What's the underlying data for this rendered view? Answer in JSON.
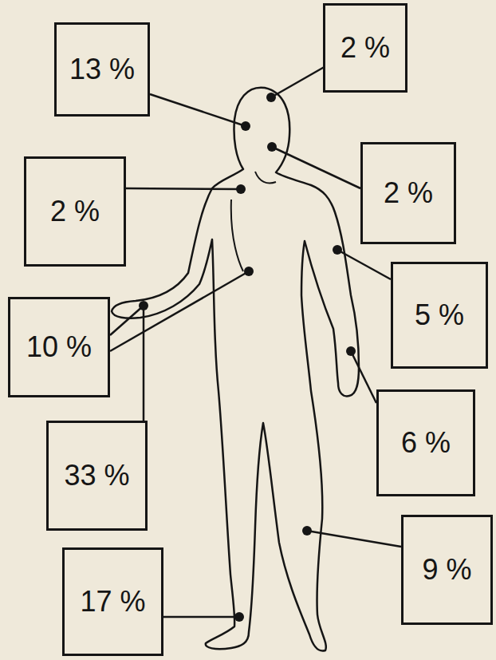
{
  "diagram": {
    "nodes": [
      {
        "text": [
          "2 %"
        ]
      },
      {
        "text": [
          "13 %"
        ]
      },
      {
        "text": [
          "2 %"
        ]
      },
      {
        "text": [
          "2 %"
        ]
      },
      {
        "text": [
          "5 %"
        ]
      },
      {
        "text": [
          "10 %"
        ]
      },
      {
        "text": [
          "6 %"
        ]
      },
      {
        "text": [
          "33 %"
        ]
      },
      {
        "text": [
          "9 %"
        ]
      },
      {
        "text": [
          "17 %"
        ]
      }
    ]
  }
}
